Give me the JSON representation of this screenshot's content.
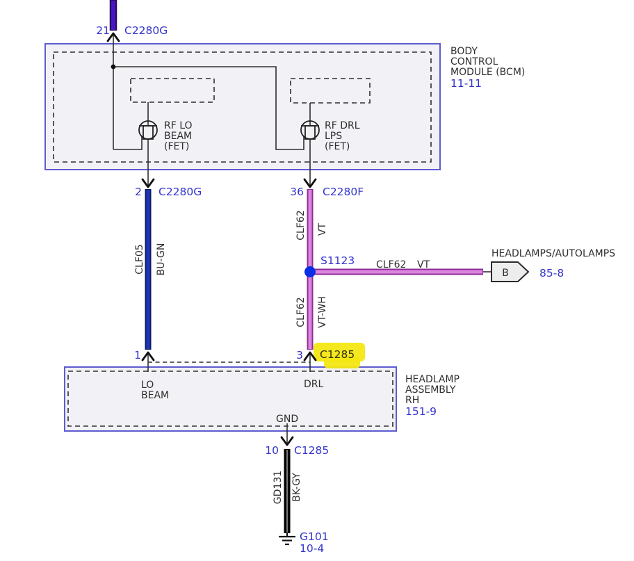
{
  "colors": {
    "background": "#ffffff",
    "module_fill": "#f2f1f5",
    "module_border": "#5d5cd0",
    "text_blue": "#3434cf",
    "text_black": "#2e2e2e",
    "wire_purple_inner": "#4a15c8",
    "wire_purple_outer": "#251058",
    "wire_blue_inner": "#1f35b5",
    "wire_blue_outer": "#0b1b66",
    "wire_vt_inner": "#dd86e0",
    "wire_vt_outer": "#8d2d96",
    "wire_black_inner": "#999999",
    "wire_black_outer": "#000000",
    "splice_dot": "#0a2de6",
    "highlight": "#f4e712",
    "connector_fill": "#ededed"
  },
  "top_connector": {
    "pin": "21",
    "name": "C2280G"
  },
  "bcm": {
    "name_lines": [
      "BODY",
      "CONTROL",
      "MODULE (BCM)"
    ],
    "page_ref": "11-11",
    "fet_lo": [
      "RF LO",
      "BEAM",
      "(FET)"
    ],
    "fet_drl": [
      "RF DRL",
      "LPS",
      "(FET)"
    ],
    "pin_lo": {
      "pin": "2",
      "connector": "C2280G"
    },
    "pin_drl": {
      "pin": "36",
      "connector": "C2280F"
    }
  },
  "wires": {
    "lo_beam": {
      "circuit": "CLF05",
      "color_code": "BU-GN"
    },
    "drl_upper": {
      "circuit": "CLF62",
      "color_code": "VT"
    },
    "drl_lower": {
      "circuit": "CLF62",
      "color_code": "VT-WH"
    },
    "branch": {
      "circuit": "CLF62",
      "color_code": "VT"
    },
    "ground": {
      "circuit": "GD131",
      "color_code": "BK-GY"
    }
  },
  "splice": {
    "name": "S1123"
  },
  "offpage_connector": {
    "system": "HEADLAMPS/AUTOLAMPS",
    "letter": "B",
    "page_ref": "85-8"
  },
  "headlamp_assembly": {
    "name_lines": [
      "HEADLAMP",
      "ASSEMBLY",
      "RH"
    ],
    "page_ref": "151-9",
    "pin_lo": {
      "pin": "1",
      "label_lines": [
        "LO",
        "BEAM"
      ]
    },
    "pin_drl": {
      "pin": "3",
      "connector": "C1285",
      "label": "DRL"
    },
    "pin_gnd": {
      "label": "GND",
      "pin": "10",
      "connector": "C1285"
    }
  },
  "ground_point": {
    "name": "G101",
    "page_ref": "10-4"
  }
}
